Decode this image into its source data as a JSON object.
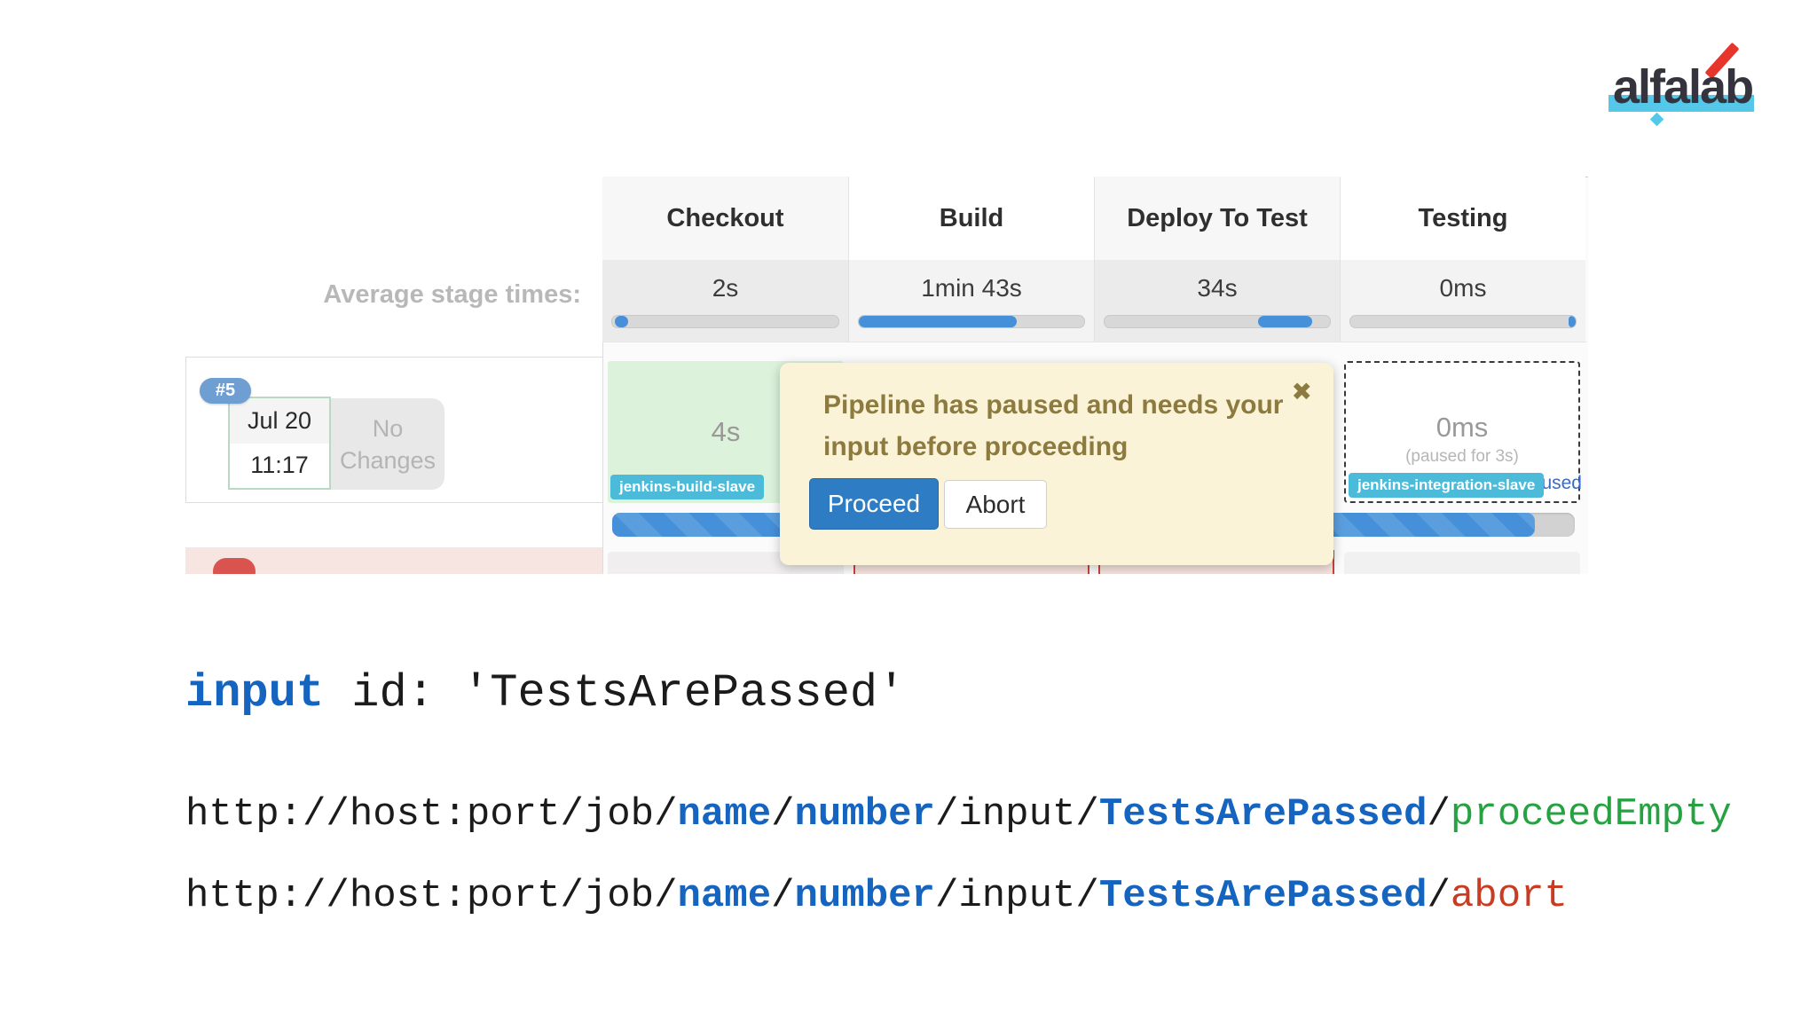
{
  "logo": {
    "brand": "alfalab"
  },
  "stage_view": {
    "avg_label": "Average stage times:",
    "stages": [
      {
        "name": "Checkout",
        "avg_time": "2s",
        "bar_fill": "1-7%"
      },
      {
        "name": "Build",
        "avg_time": "1min 43s",
        "bar_fill": "0-70%"
      },
      {
        "name": "Deploy To Test",
        "avg_time": "34s",
        "bar_fill": "68-92%"
      },
      {
        "name": "Testing",
        "avg_time": "0ms",
        "bar_fill": "97-100%"
      }
    ],
    "build": {
      "id": "#5",
      "date": "Jul 20",
      "time": "11:17",
      "changes": "No Changes"
    },
    "checkout_cell": {
      "duration": "4s",
      "agent": "jenkins-build-slave"
    },
    "testing_cell": {
      "duration": "0ms",
      "paused_note": "(paused for 3s)",
      "agent": "jenkins-integration-slave",
      "status_fragment": "used"
    },
    "popup": {
      "message": "Pipeline has paused and needs your input before proceeding",
      "proceed_label": "Proceed",
      "abort_label": "Abort",
      "close_glyph": "✖"
    }
  },
  "code": {
    "line1": {
      "keyword": "input",
      "rest": " id: 'TestsArePassed'"
    },
    "url_proceed": {
      "p0": "http://host:port/job/",
      "b1": "name",
      "p2": "/",
      "b3": "number",
      "p4": "/input/",
      "b5": "TestsArePassed",
      "p6": "/",
      "tail": "proceedEmpty"
    },
    "url_abort": {
      "p0": "http://host:port/job/",
      "b1": "name",
      "p2": "/",
      "b3": "number",
      "p4": "/input/",
      "b5": "TestsArePassed",
      "p6": "/",
      "tail": "abort"
    }
  },
  "colors": {
    "brand-navy": "#35343e",
    "brand-cyan": "#55c8e9",
    "brand-red": "#e8352b",
    "progress-blue": "#4590d9",
    "agent-label": "#4cbbda",
    "popup-bg": "#faf3d8",
    "popup-text": "#8c7a3e",
    "proceed-bg": "#2e7cc3",
    "success-cell": "#dcf2da",
    "fail-pink": "#f7e5e1",
    "fail-red": "#c9433c",
    "build-badge": "#6f9ed3",
    "code-blue": "#1565c0",
    "code-green": "#27a243",
    "code-red": "#c83c22"
  }
}
